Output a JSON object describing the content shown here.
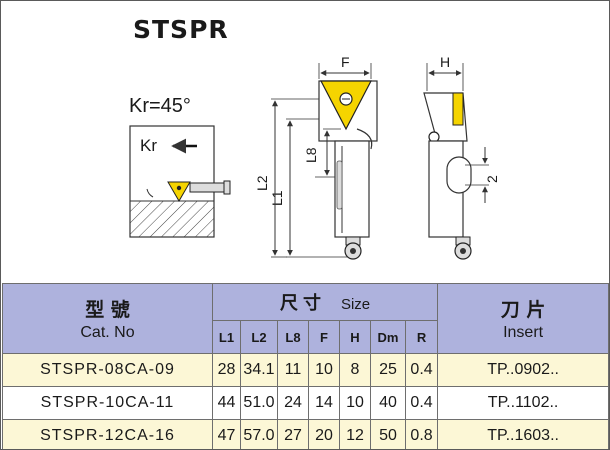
{
  "title": "STSPR",
  "diagram": {
    "kr_angle_label": "Kr=45°",
    "kr_direction_label": "Kr",
    "dimension_labels": {
      "F": "F",
      "H": "H",
      "L1": "L1",
      "L2": "L2",
      "L8": "L8",
      "dim2": "2"
    }
  },
  "table": {
    "header": {
      "cat_cn": "型 號",
      "cat_en": "Cat. No",
      "size_cn": "尺 寸",
      "size_en": "Size",
      "insert_cn": "刀 片",
      "insert_en": "Insert",
      "cols": [
        "L1",
        "L2",
        "L8",
        "F",
        "H",
        "Dm",
        "R"
      ]
    },
    "rows": [
      {
        "cat": "STSPR-08CA-09",
        "L1": "28",
        "L2": "34.1",
        "L8": "11",
        "F": "10",
        "H": "8",
        "Dm": "25",
        "R": "0.4",
        "insert": "TP..0902.."
      },
      {
        "cat": "STSPR-10CA-11",
        "L1": "44",
        "L2": "51.0",
        "L8": "24",
        "F": "14",
        "H": "10",
        "Dm": "40",
        "R": "0.4",
        "insert": "TP..1102.."
      },
      {
        "cat": "STSPR-12CA-16",
        "L1": "47",
        "L2": "57.0",
        "L8": "27",
        "F": "20",
        "H": "12",
        "Dm": "50",
        "R": "0.8",
        "insert": "TP..1603.."
      }
    ]
  },
  "colors": {
    "header_bg": "#aeb2dd",
    "row_alt_bg": "#fcf7d6",
    "insert_yellow": "#f5d400"
  }
}
